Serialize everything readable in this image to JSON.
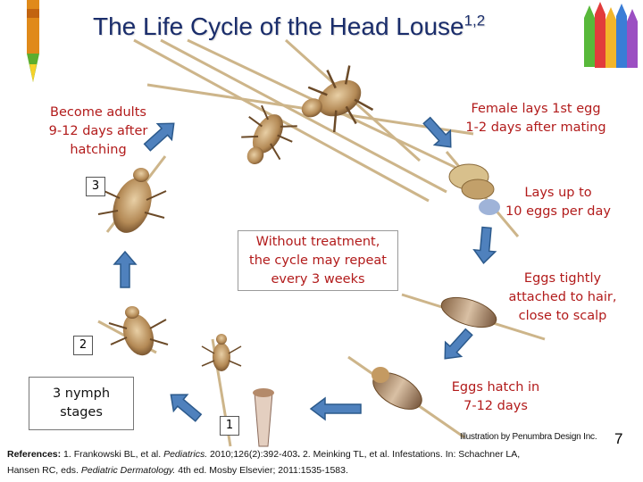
{
  "title": {
    "text": "The Life Cycle of the Head Louse",
    "sup": "1,2"
  },
  "notes": {
    "adults": [
      "Become adults",
      "9-12 days after",
      "hatching"
    ],
    "female": [
      "Female lays 1st egg",
      "1-2 days after mating"
    ],
    "lays_up": [
      "Lays up to",
      "10 eggs per day"
    ],
    "without_treatment": [
      "Without treatment,",
      "the cycle may repeat",
      "every 3 weeks"
    ],
    "eggs_tightly": [
      "Eggs tightly",
      "attached to hair,",
      "close to scalp"
    ],
    "eggs_hatch": [
      "Eggs hatch in",
      "7-12 days"
    ],
    "nymph_stages": [
      "3 nymph",
      "stages"
    ]
  },
  "stages": {
    "s1": "1",
    "s2": "2",
    "s3": "3"
  },
  "credit": "Illustration by Penumbra Design Inc.",
  "references": {
    "label": "References:",
    "r1_pre": " 1. Frankowski BL, et al. ",
    "r1_journal": "Pediatrics.",
    "r1_post": " 2010;126(2):392-403",
    "sep": ".  ",
    "r2_pre": "2. Meinking TL, et al. Infestations. In: Schachner LA,",
    "r2_line2_pre": "Hansen RC, eds. ",
    "r2_book": "Pediatric Dermatology.",
    "r2_post": " 4th ed. Mosby Elsevier; 2011:1535-1583."
  },
  "page_number": "7",
  "colors": {
    "title": "#1a2d6b",
    "note_red": "#b21b1b",
    "arrow_fill": "#4f81bd",
    "arrow_stroke": "#2c5a8c",
    "louse_body": "#b48a56",
    "hair": "#d9c6a0"
  }
}
